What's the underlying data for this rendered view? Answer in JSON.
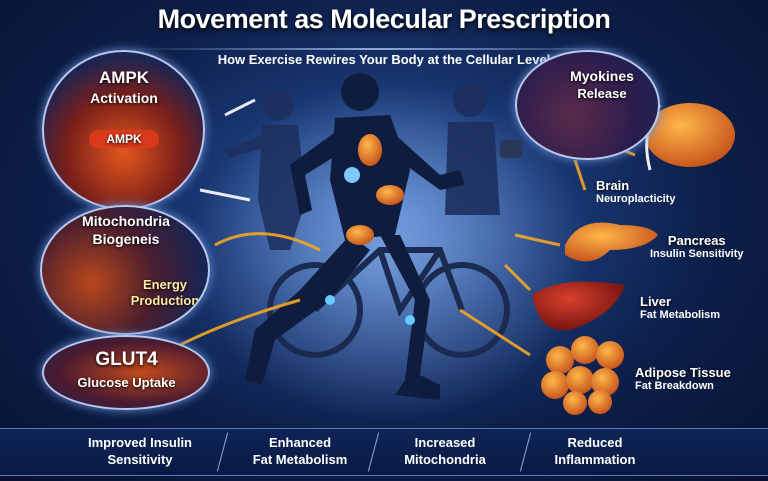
{
  "header": {
    "title": "Movement as Molecular Prescription",
    "subtitle": "How Exercise Rewires Your Body at the Cellular Level"
  },
  "left_panels": {
    "ampk": {
      "title": "AMPK",
      "subtitle": "Activation",
      "badge": "AMPK"
    },
    "mito": {
      "title": "Mitochondria",
      "subtitle": "Biogeneis",
      "energy": "Energy",
      "production": "Production"
    },
    "glut4": {
      "title": "GLUT4",
      "subtitle": "Glucose Uptake"
    }
  },
  "right_panels": {
    "myokines": {
      "title": "Myokines",
      "subtitle": "Release"
    },
    "organs": [
      {
        "name": "Brain",
        "effect": "Neuroplacticity"
      },
      {
        "name": "Pancreas",
        "effect": "Insulin Sensitivity"
      },
      {
        "name": "Liver",
        "effect": "Fat Metabolism"
      },
      {
        "name": "Adipose Tissue",
        "effect": "Fat Breakdown"
      }
    ]
  },
  "benefits": [
    {
      "line1": "Improved Insulin",
      "line2": "Sensitivity"
    },
    {
      "line1": "Enhanced",
      "line2": "Fat Metabolism"
    },
    {
      "line1": "Increased",
      "line2": "Mitochondria"
    },
    {
      "line1": "Reduced",
      "line2": "Inflammation"
    }
  ],
  "colors": {
    "accent": "#f5a623",
    "background": "#0d1f4a",
    "organ": "#e8742a"
  }
}
